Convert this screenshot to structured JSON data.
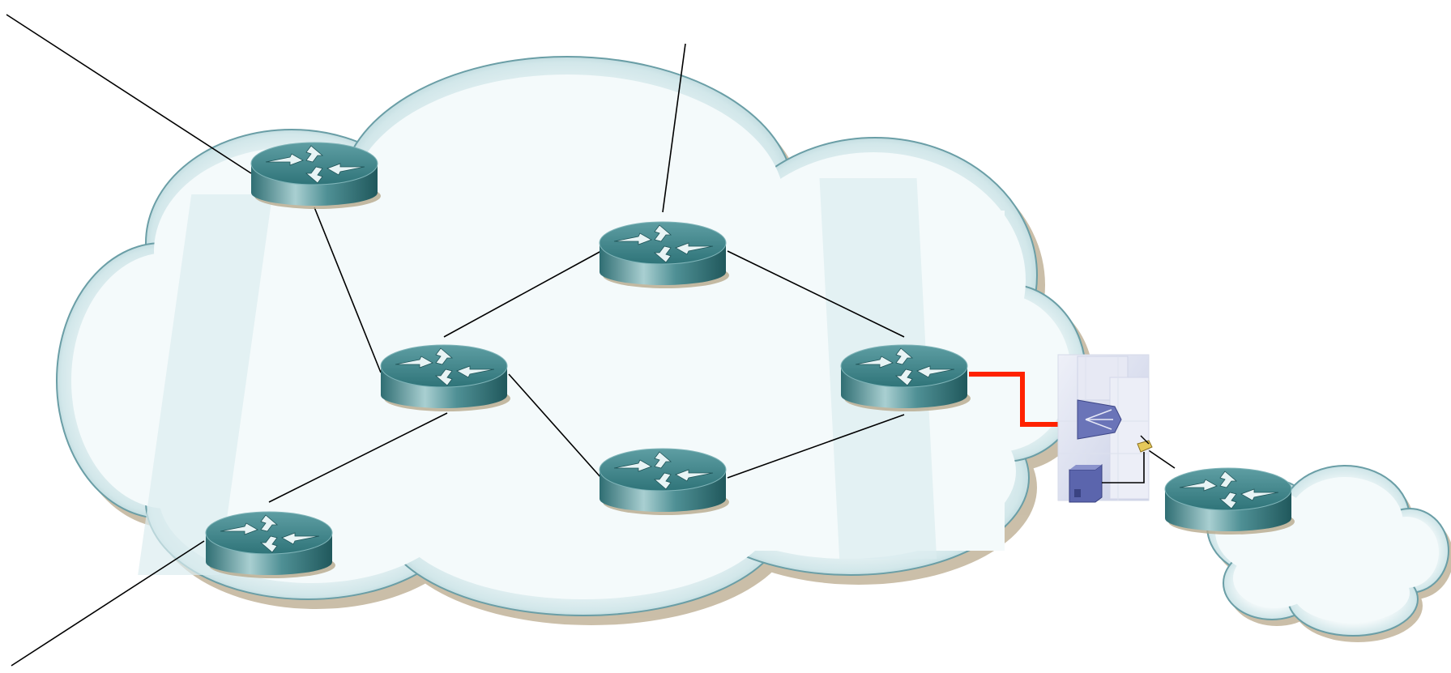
{
  "diagram": {
    "type": "network-topology",
    "colors": {
      "background": "#ffffff",
      "cloud_fill": "#e3f1f4",
      "cloud_edge": "#6a9ea6",
      "cloud_shadow": "#b9a98c",
      "router_body": "#3f8489",
      "router_top": "#9ec5c8",
      "link": "#000000",
      "highlight_link": "#ff2200",
      "gateway_device": "#6a74b8"
    },
    "clouds": [
      {
        "id": "main-cloud",
        "name": "main-network-cloud"
      },
      {
        "id": "small-cloud",
        "name": "external-network-cloud"
      }
    ],
    "routers": [
      {
        "id": "r1",
        "icon": "router-icon"
      },
      {
        "id": "r2",
        "icon": "router-icon"
      },
      {
        "id": "r3",
        "icon": "router-icon"
      },
      {
        "id": "r4",
        "icon": "router-icon"
      },
      {
        "id": "r5",
        "icon": "router-icon"
      },
      {
        "id": "r6",
        "icon": "router-icon"
      },
      {
        "id": "r7",
        "icon": "router-icon"
      }
    ],
    "devices": [
      {
        "id": "gw",
        "icon": "firewall-gateway-icon"
      }
    ],
    "links": [
      {
        "from": "r1",
        "to": "external-top-left"
      },
      {
        "from": "r2",
        "to": "external-top"
      },
      {
        "from": "r6",
        "to": "external-bottom-left"
      },
      {
        "from": "r1",
        "to": "r3"
      },
      {
        "from": "r3",
        "to": "r2"
      },
      {
        "from": "r2",
        "to": "r4"
      },
      {
        "from": "r3",
        "to": "r5"
      },
      {
        "from": "r3",
        "to": "r6"
      },
      {
        "from": "r5",
        "to": "r4"
      },
      {
        "from": "r4",
        "to": "gw",
        "highlight": true
      },
      {
        "from": "gw",
        "to": "r7"
      }
    ]
  }
}
